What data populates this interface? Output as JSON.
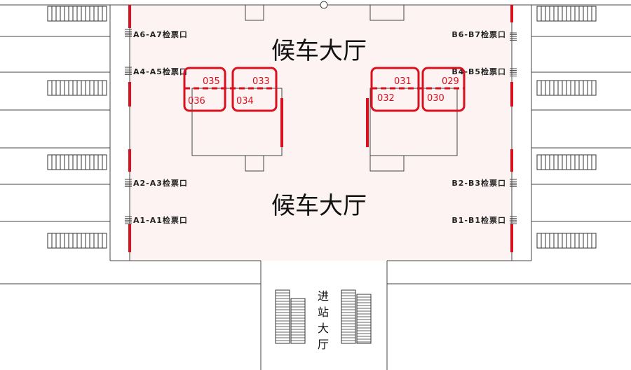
{
  "colors": {
    "accent_red": "#d9101e",
    "hall_fill": "#fdf3f3",
    "line": "#444444",
    "background": "#ffffff"
  },
  "halls": {
    "upper_label": "候车大厅",
    "lower_label": "候车大厅"
  },
  "gates": {
    "a6_a7": "A6-A7检票口",
    "a4_a5": "A4-A5检票口",
    "a2_a3": "A2-A3检票口",
    "a1_a1": "A1-A1检票口",
    "b6_b7": "B6-B7检票口",
    "b4_b5": "B4-B5检票口",
    "b2_b3": "B2-B3检票口",
    "b1_b1": "B1-B1检票口"
  },
  "counters": {
    "c035": "035",
    "c033": "033",
    "c036": "036",
    "c034": "034",
    "c031": "031",
    "c029": "029",
    "c032": "032",
    "c030": "030"
  },
  "entrance": {
    "char1": "进",
    "char2": "站",
    "char3": "大",
    "char4": "厅"
  },
  "icons": [
    "staircase-icon",
    "escalator-icon",
    "turnstile-icon"
  ]
}
